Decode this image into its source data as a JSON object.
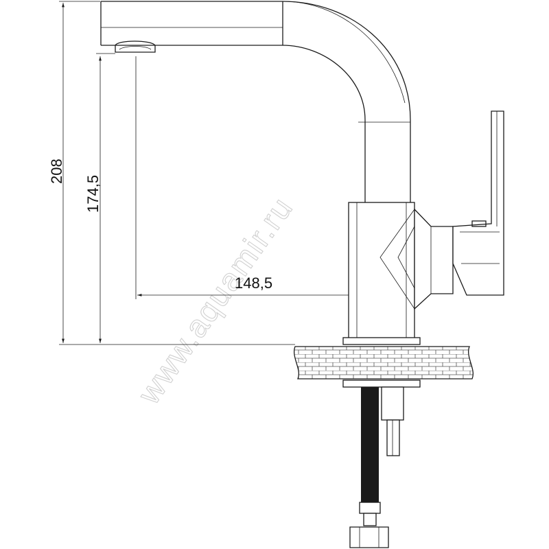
{
  "dimensions": {
    "total_height": "208",
    "spout_height": "174,5",
    "spout_reach": "148,5"
  },
  "watermark": "www.aquamir.ru"
}
